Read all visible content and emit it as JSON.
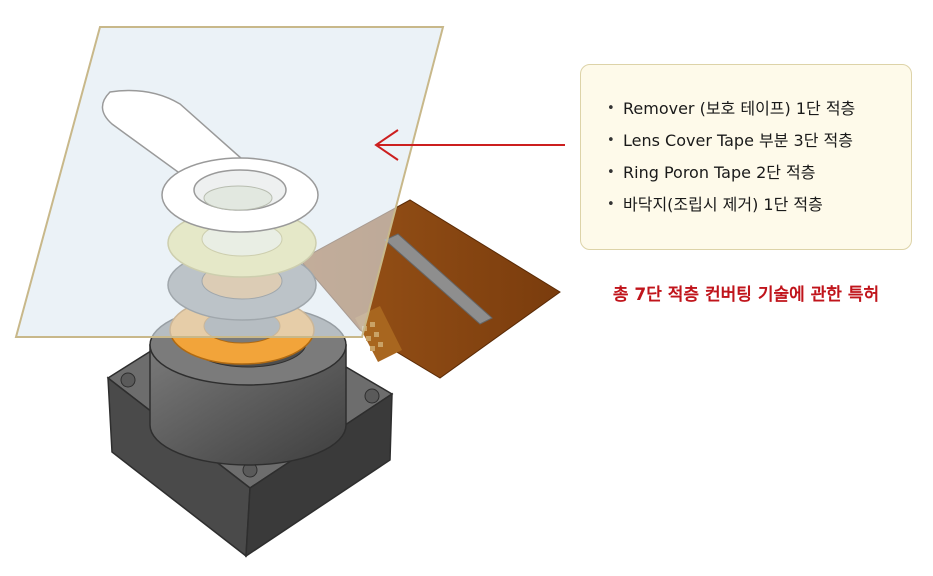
{
  "callout": {
    "items": [
      "Remover (보호 테이프) 1단 적층",
      "Lens Cover Tape 부분 3단 적층",
      "Ring Poron Tape 2단 적층",
      "바닥지(조립시 제거) 1단 적층"
    ]
  },
  "caption": "총 7단 적층 컨버팅 기술에  관한 특허",
  "colors": {
    "arrow": "#cc1f1f",
    "caption": "#c0141b",
    "callout_bg": "#fefaea",
    "fpcb": "#8a4512",
    "yellow_ring": "#f1e58a",
    "orange_ring": "#f2a43a",
    "module_body": "#5e5e5e"
  }
}
